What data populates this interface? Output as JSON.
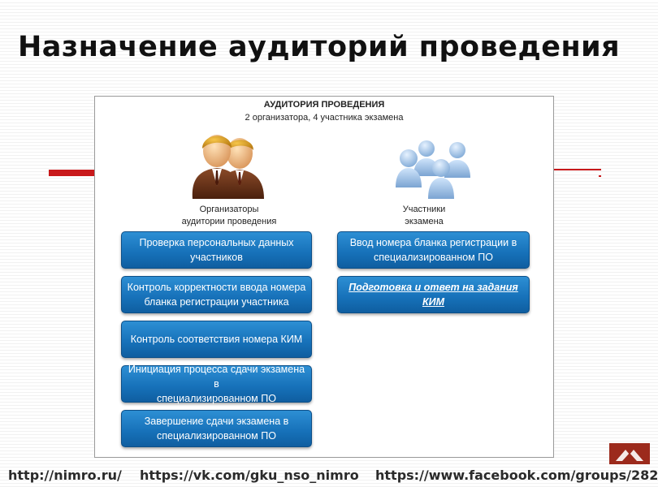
{
  "slide": {
    "title": "Назначение аудиторий проведения"
  },
  "panel": {
    "heading": "АУДИТОРИЯ ПРОВЕДЕНИЯ",
    "subheading": "2 организатора, 4 участника экзамена",
    "organizers": {
      "icon": "organizers-people-icon",
      "label_line1": "Организаторы",
      "label_line2": "аудитории проведения",
      "tasks": [
        {
          "line1": "Проверка персональных данных",
          "line2": "участников"
        },
        {
          "line1": "Контроль корректности ввода номера",
          "line2": "бланка регистрации участника"
        },
        {
          "line1": "Контроль соответствия номера КИМ",
          "line2": ""
        },
        {
          "line1": "Инициация процесса сдачи экзамена в",
          "line2": "специализированном ПО"
        },
        {
          "line1": "Завершение сдачи экзамена в",
          "line2": "специализированном ПО"
        }
      ]
    },
    "participants": {
      "icon": "participants-people-icon",
      "label_line1": "Участники",
      "label_line2": "экзамена",
      "tasks": [
        {
          "line1": "Ввод номера бланка регистрации в",
          "line2": "специализированном ПО"
        },
        {
          "line1": "Подготовка и ответ на задания",
          "line2": "КИМ"
        }
      ]
    }
  },
  "footer": {
    "link1": "http://nimro.ru/",
    "link2": "https://vk.com/gku_nso_nimro",
    "link3": "https://www.facebook.com/groups/282"
  },
  "colors": {
    "accent_red": "#c8191b",
    "button_blue": "#1670b8",
    "logo_red": "#9c2a1c"
  }
}
